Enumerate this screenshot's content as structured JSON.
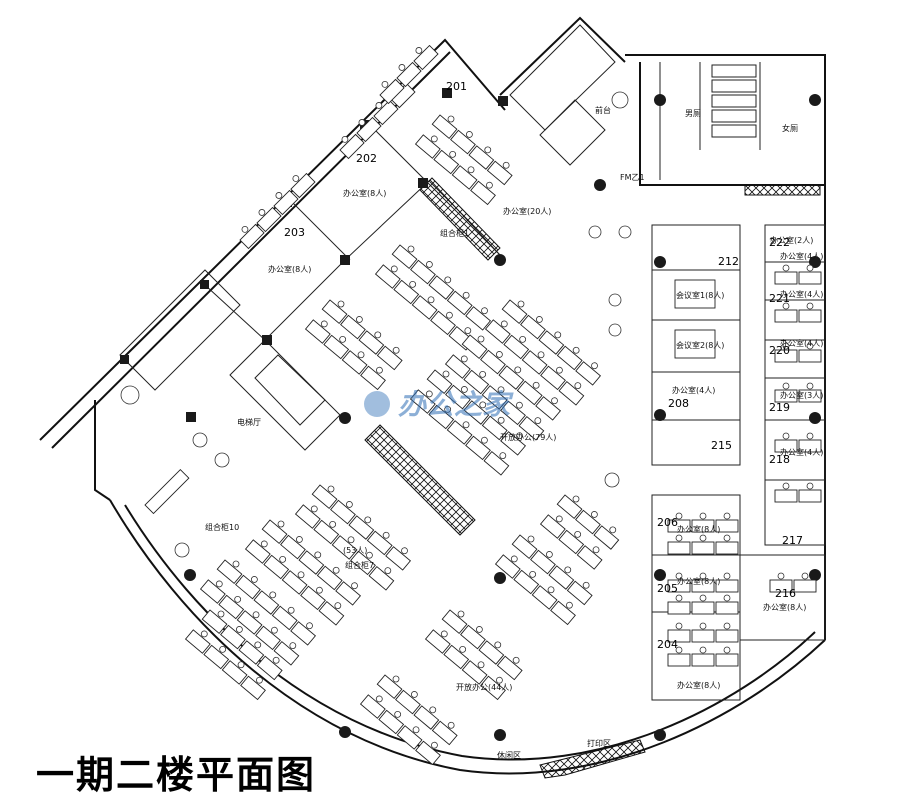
{
  "title": "一期二楼平面图",
  "watermark": "办公之家",
  "rooms": {
    "r201": "201",
    "r202": "202",
    "r203": "203",
    "r204": "204",
    "r205": "205",
    "r206": "206",
    "r208": "208",
    "r212": "212",
    "r215": "215",
    "r216": "216",
    "r217": "217",
    "r218": "218",
    "r219": "219",
    "r220": "220",
    "r221": "221",
    "r222": "222"
  },
  "labels": {
    "office_20": "办公室(20人)",
    "office_8a": "办公室(8人)",
    "office_8b": "办公室(8人)",
    "office_8c": "办公室(8人)",
    "office_8d": "办公室(8人)",
    "office_8e": "办公室(8人)",
    "office_8f": "办公室(8人)",
    "office_4a": "办公室(4人)",
    "office_4b": "办公室(4人)",
    "office_4c": "办公室(4人)",
    "office_4d": "办公室(4人)",
    "office_4e": "办公室(4人)",
    "office_3": "办公室(3人)",
    "office_2": "办公室(2人)",
    "open_79": "开放办公(79人)",
    "open_44": "开放办公(44人)",
    "open_53": "(53人)",
    "meeting_1": "会议室1(8人)",
    "meeting_2": "会议室2(8人)",
    "combo_1": "组合柜1",
    "combo_7": "组合柜7",
    "combo_10": "组合柜10",
    "elevator": "电梯厅",
    "print": "打印区",
    "rest": "休闲区",
    "male_wc": "男厕",
    "female_wc": "女厕",
    "fire": "FM乙1",
    "front": "前台"
  }
}
